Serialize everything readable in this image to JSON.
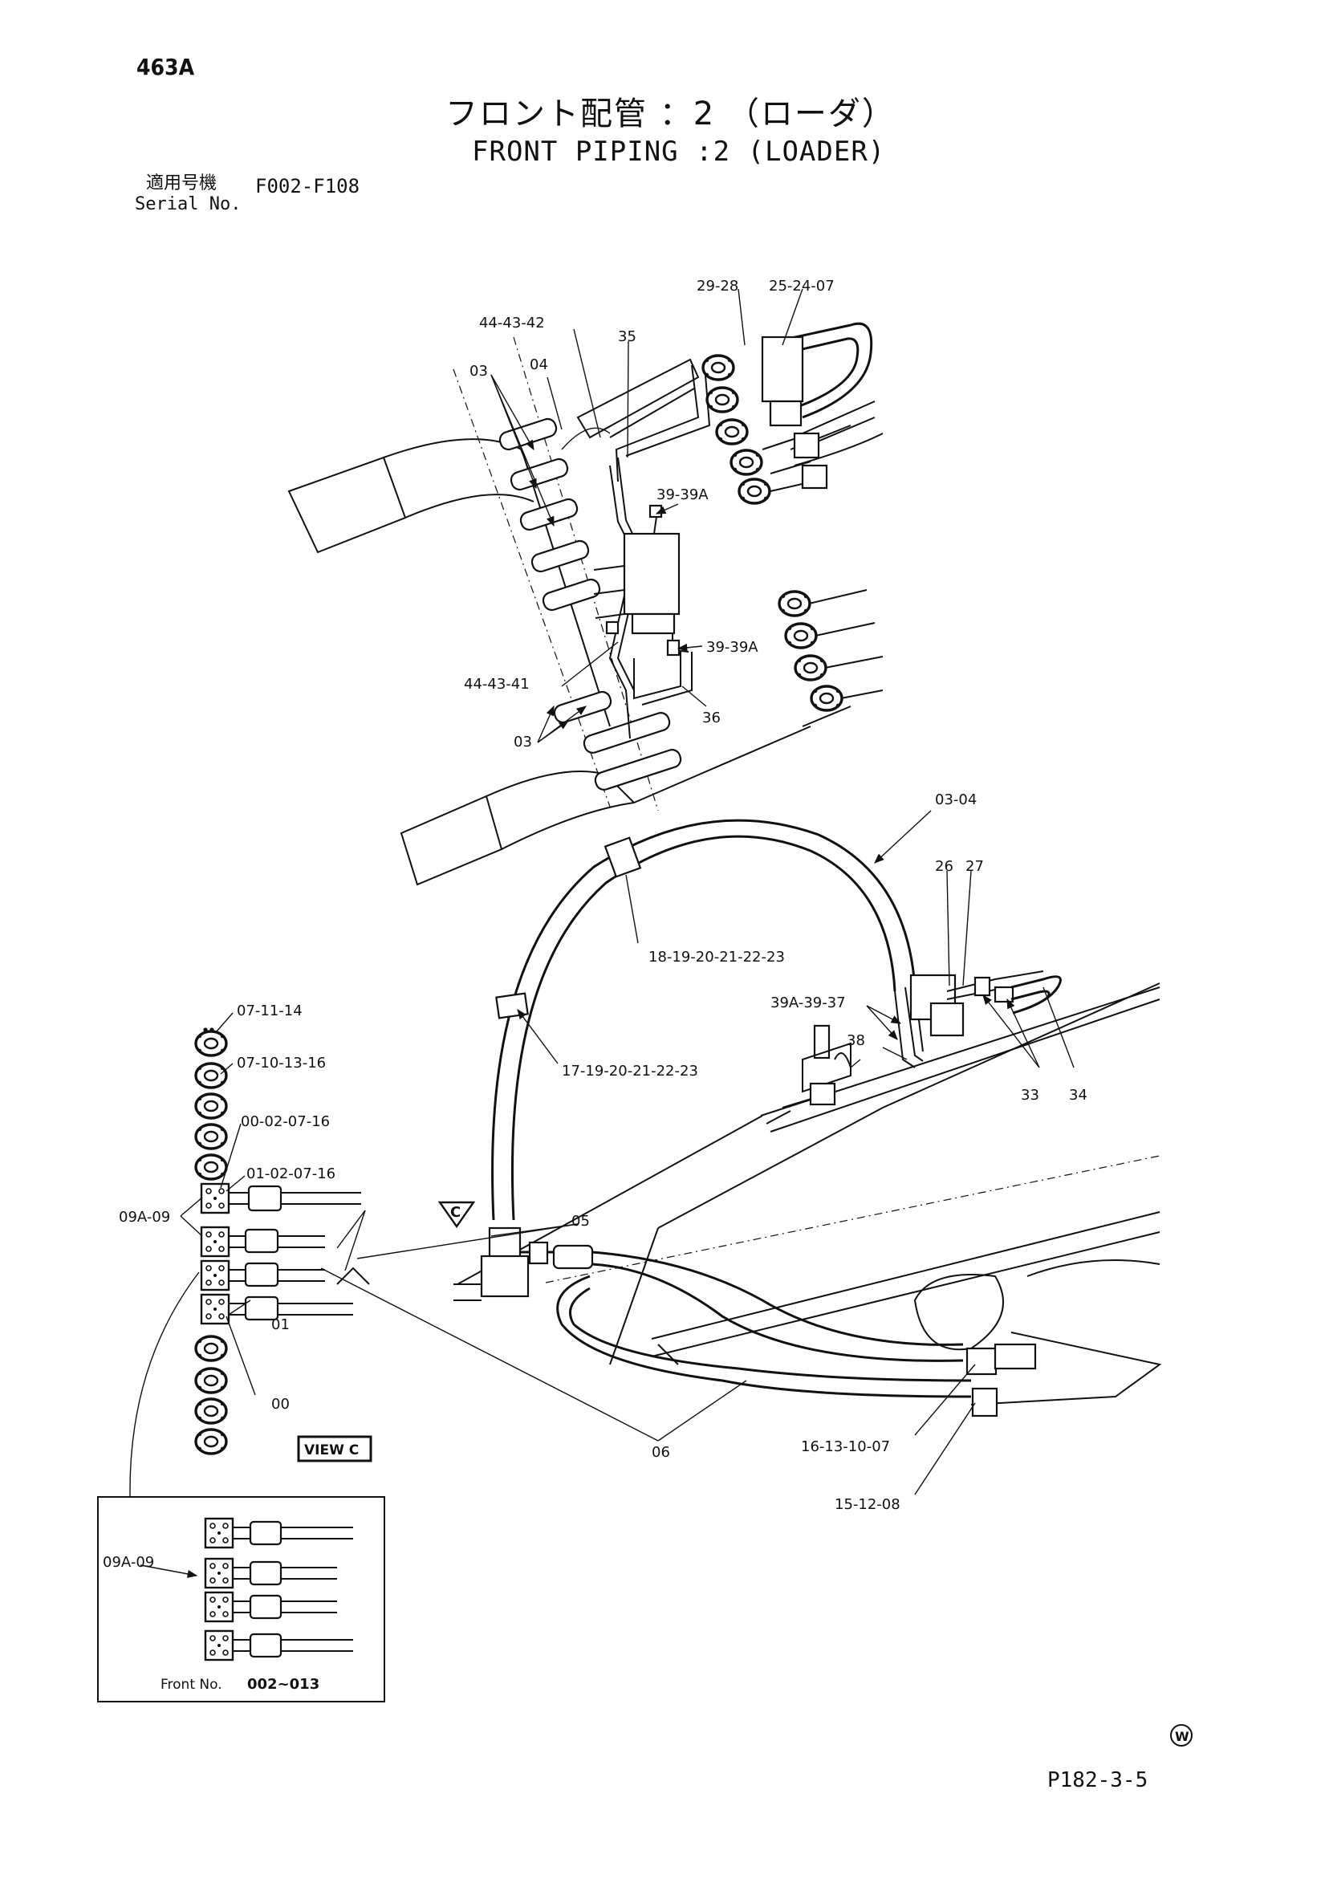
{
  "page_number": "463A",
  "title_jp": "フロント配管 ：2 （ローダ）",
  "title_en": "FRONT PIPING :2 (LOADER)",
  "serial": {
    "label_jp": "適用号機",
    "label_en": "Serial No.",
    "value": "F002-F108"
  },
  "callouts": {
    "c_29_28": "29-28",
    "c_25_24_07": "25-24-07",
    "c_44_43_42": "44-43-42",
    "c_35": "35",
    "c_03_a": "03",
    "c_04": "04",
    "c_39_39a_a": "39-39A",
    "c_39_39a_b": "39-39A",
    "c_44_43_41": "44-43-41",
    "c_36": "36",
    "c_03_b": "03",
    "c_03_04": "03-04",
    "c_26": "26",
    "c_27": "27",
    "c_18_23": "18-19-20-21-22-23",
    "c_39a_39_37": "39A-39-37",
    "c_17_23": "17-19-20-21-22-23",
    "c_38": "38",
    "c_33": "33",
    "c_34": "34",
    "c_07_11_14": "07-11-14",
    "c_07_10_13_16": "07-10-13-16",
    "c_00_02_07_16": "00-02-07-16",
    "c_01_02_07_16": "01-02-07-16",
    "c_09a_09_a": "09A-09",
    "c_05": "05",
    "c_c_marker": "C",
    "c_01": "01",
    "c_00": "00",
    "view_c": "VIEW C",
    "c_06": "06",
    "c_16_13_10_07": "16-13-10-07",
    "c_15_12_08": "15-12-08",
    "c_09a_09_b": "09A-09"
  },
  "inset": {
    "caption_label": "Front No.",
    "caption_value": "002~013"
  },
  "footer": {
    "page_code": "P182-3-5",
    "mark": "W"
  }
}
